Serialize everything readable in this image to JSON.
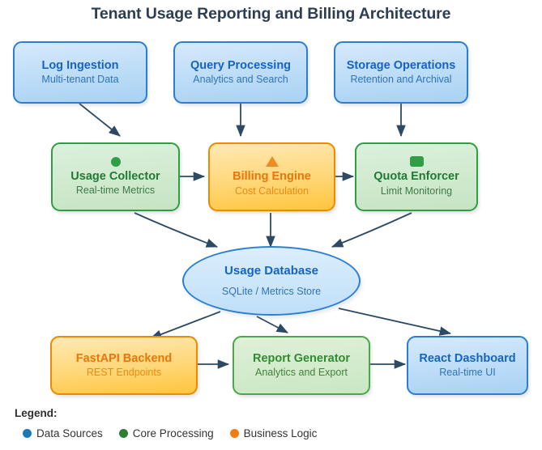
{
  "title": "Tenant Usage Reporting and Billing Architecture",
  "colors": {
    "blue": "#1f77b4",
    "green": "#2f9e44",
    "orange": "#ff7f0e",
    "arrow": "#2c4a63",
    "title_text": "#2c3e50"
  },
  "nodes": {
    "log_ingestion": {
      "title": "Log Ingestion",
      "subtitle": "Multi-tenant Data",
      "style": "blue",
      "icon": "none"
    },
    "query_processing": {
      "title": "Query Processing",
      "subtitle": "Analytics and Search",
      "style": "blue",
      "icon": "none"
    },
    "storage_ops": {
      "title": "Storage Operations",
      "subtitle": "Retention and Archival",
      "style": "blue",
      "icon": "none"
    },
    "usage_collector": {
      "title": "Usage Collector",
      "subtitle": "Real-time Metrics",
      "style": "green",
      "icon": "circle-marker-icon"
    },
    "billing_engine": {
      "title": "Billing Engine",
      "subtitle": "Cost Calculation",
      "style": "orange",
      "icon": "triangle-marker-icon"
    },
    "quota_enforcer": {
      "title": "Quota Enforcer",
      "subtitle": "Limit Monitoring",
      "style": "green",
      "icon": "square-marker-icon"
    },
    "usage_database": {
      "title": "Usage Database",
      "subtitle": "SQLite / Metrics Store",
      "style": "ellipse",
      "icon": "none"
    },
    "fastapi_backend": {
      "title": "FastAPI Backend",
      "subtitle": "REST Endpoints",
      "style": "orange",
      "icon": "none"
    },
    "report_generator": {
      "title": "Report Generator",
      "subtitle": "Analytics and Export",
      "style": "greenlite",
      "icon": "none"
    },
    "react_dashboard": {
      "title": "React Dashboard",
      "subtitle": "Real-time UI",
      "style": "blue",
      "icon": "none"
    }
  },
  "legend": {
    "heading": "Legend:",
    "items": [
      {
        "label": "Data Sources",
        "color": "#1f77b4"
      },
      {
        "label": "Core Processing",
        "color": "#2f7d32"
      },
      {
        "label": "Business Logic",
        "color": "#f07c12"
      }
    ]
  },
  "edges": [
    {
      "from": "log_ingestion",
      "to": "usage_collector"
    },
    {
      "from": "query_processing",
      "to": "billing_engine"
    },
    {
      "from": "storage_ops",
      "to": "quota_enforcer"
    },
    {
      "from": "usage_collector",
      "to": "billing_engine"
    },
    {
      "from": "billing_engine",
      "to": "quota_enforcer"
    },
    {
      "from": "usage_collector",
      "to": "usage_database"
    },
    {
      "from": "billing_engine",
      "to": "usage_database"
    },
    {
      "from": "quota_enforcer",
      "to": "usage_database"
    },
    {
      "from": "usage_database",
      "to": "fastapi_backend"
    },
    {
      "from": "usage_database",
      "to": "report_generator"
    },
    {
      "from": "usage_database",
      "to": "react_dashboard"
    },
    {
      "from": "fastapi_backend",
      "to": "report_generator"
    },
    {
      "from": "report_generator",
      "to": "react_dashboard"
    }
  ]
}
